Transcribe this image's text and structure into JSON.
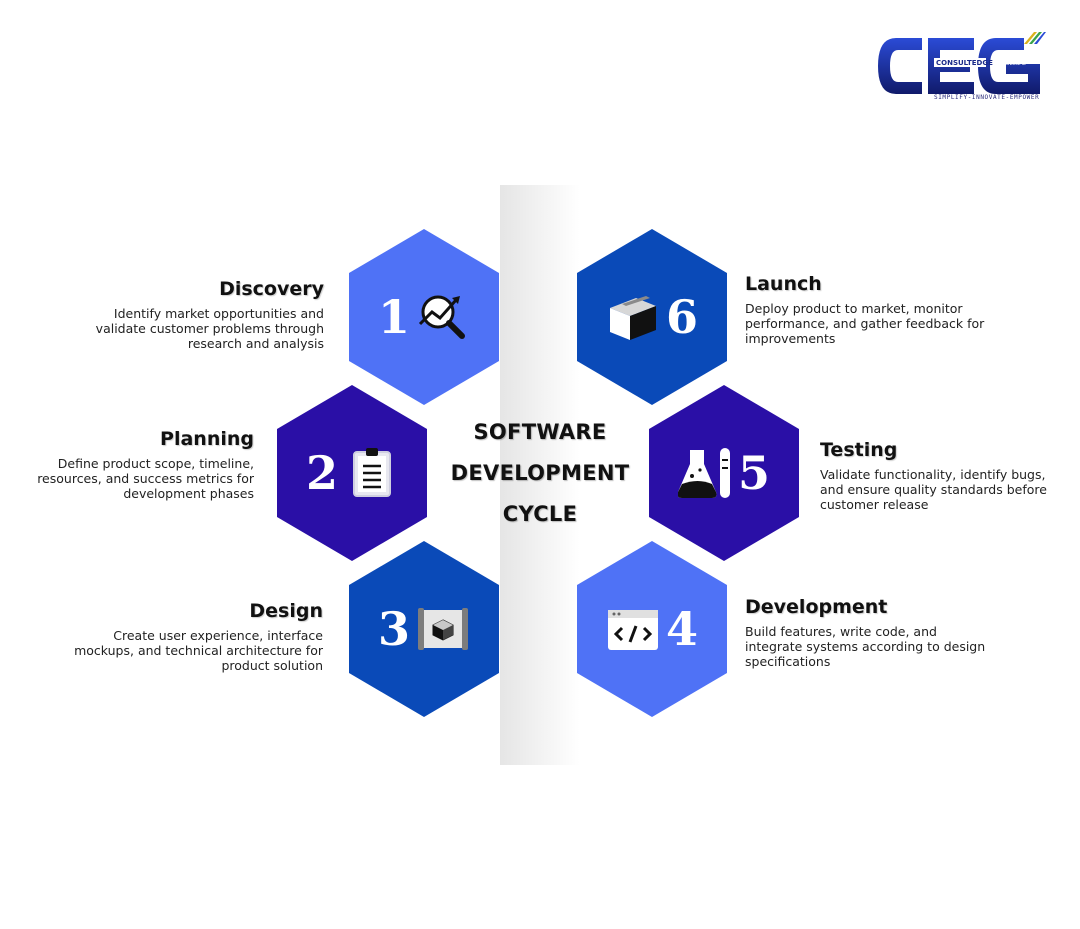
{
  "logo": {
    "mark": "CEG",
    "brand": "CONSULTEDGE",
    "domain": ".GLOBAL",
    "tagline": "SIMPLIFY-INNOVATE-EMPOWER"
  },
  "center": {
    "line1": "SOFTWARE",
    "line2": "DEVELOPMENT",
    "line3": "CYCLE"
  },
  "steps": [
    {
      "number": "1",
      "title": "Discovery",
      "icon": "magnifier-trend-icon",
      "color": "#4f72f6",
      "desc1": "Identify market opportunities and",
      "desc2": "validate customer problems through",
      "desc3": "research and analysis"
    },
    {
      "number": "2",
      "title": "Planning",
      "icon": "clipboard-icon",
      "color": "#2a0fa6",
      "desc1": "Define product scope, timeline,",
      "desc2": "resources, and success metrics for",
      "desc3": "development phases"
    },
    {
      "number": "3",
      "title": "Design",
      "icon": "blueprint-icon",
      "color": "#0a4ab8",
      "desc1": "Create user experience, interface",
      "desc2": "mockups, and technical architecture for",
      "desc3": "product solution"
    },
    {
      "number": "4",
      "title": "Development",
      "icon": "code-window-icon",
      "color": "#4f72f6",
      "desc1": "Build features, write code, and",
      "desc2": "integrate systems according to design",
      "desc3": "specifications"
    },
    {
      "number": "5",
      "title": "Testing",
      "icon": "lab-flask-icon",
      "color": "#2a0fa6",
      "desc1": "Validate functionality, identify bugs,",
      "desc2": "and ensure quality standards before",
      "desc3": "customer release"
    },
    {
      "number": "6",
      "title": "Launch",
      "icon": "package-box-icon",
      "color": "#0a4ab8",
      "desc1": "Deploy product to market, monitor",
      "desc2": "performance, and gather feedback for",
      "desc3": "improvements"
    }
  ]
}
